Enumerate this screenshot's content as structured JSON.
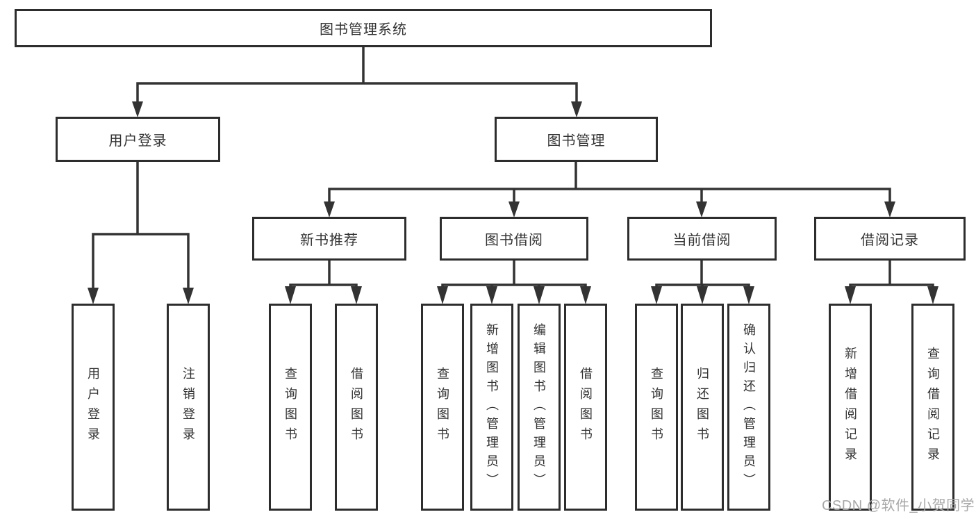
{
  "diagram": {
    "root": {
      "label": "图书管理系统",
      "children": [
        {
          "label": "用户登录",
          "children": [
            {
              "label": "用户登录"
            },
            {
              "label": "注销登录"
            }
          ]
        },
        {
          "label": "图书管理",
          "children": [
            {
              "label": "新书推荐",
              "children": [
                {
                  "label": "查询图书"
                },
                {
                  "label": "借阅图书"
                }
              ]
            },
            {
              "label": "图书借阅",
              "children": [
                {
                  "label": "查询图书"
                },
                {
                  "label": "新增图书（管理员）"
                },
                {
                  "label": "编辑图书（管理员）"
                },
                {
                  "label": "借阅图书"
                }
              ]
            },
            {
              "label": "当前借阅",
              "children": [
                {
                  "label": "查询图书"
                },
                {
                  "label": "归还图书"
                },
                {
                  "label": "确认归还（管理员）"
                }
              ]
            },
            {
              "label": "借阅记录",
              "children": [
                {
                  "label": "新增借阅记录"
                },
                {
                  "label": "查询借阅记录"
                }
              ]
            }
          ]
        }
      ]
    },
    "watermark": "CSDN @软件_小贺同学",
    "colors": {
      "line": "#333333",
      "box_border": "#2d2d2d",
      "text": "#333333",
      "background": "#ffffff",
      "watermark": "#a8a8a8"
    }
  }
}
